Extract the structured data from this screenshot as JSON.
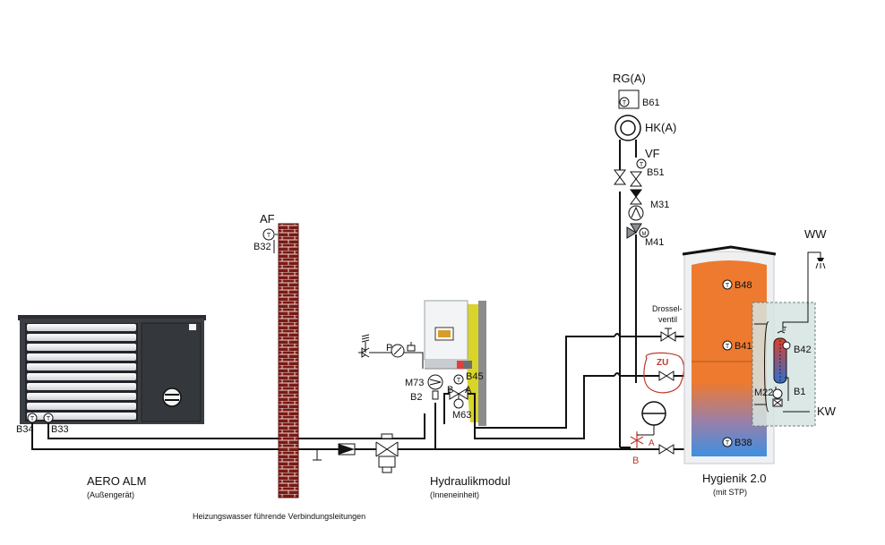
{
  "labels": {
    "rg": "RG(A)",
    "b61": "B61",
    "hk": "HK(A)",
    "vf": "VF",
    "b51": "B51",
    "m31": "M31",
    "m41": "M41",
    "af": "AF",
    "b32": "B32",
    "ww": "WW",
    "kw": "KW",
    "b48": "B48",
    "b41": "B41",
    "b42": "B42",
    "m22": "M22",
    "b1": "B1",
    "b38": "B38",
    "drossel_1": "Drossel-",
    "drossel_2": "ventil",
    "zu": "ZU",
    "hand_a": "A",
    "hand_b": "B",
    "p": "P",
    "b45": "B45",
    "m73": "M73",
    "b2": "B2",
    "m63": "M63",
    "valve_b": "B",
    "valve_a": "A",
    "b34": "B34",
    "b33": "B33",
    "t": "T",
    "m": "M"
  },
  "captions": {
    "aero_title": "AERO ALM",
    "aero_sub": "(Außengerät)",
    "hydro_title": "Hydraulikmodul",
    "hydro_sub": "(Inneneinheit)",
    "hyg_title": "Hygienik 2.0",
    "hyg_sub": "(mit STP)",
    "bottom": "Heizungswasser führende Verbindungsleitungen"
  },
  "colors": {
    "tank_hot": "#ee7a2f",
    "tank_cold": "#3d8fe0",
    "brick": "#7a1a14",
    "unit_body": "#3b3e43",
    "station_bg": "#d6e4e2",
    "module_accent": "#d8d42a"
  }
}
